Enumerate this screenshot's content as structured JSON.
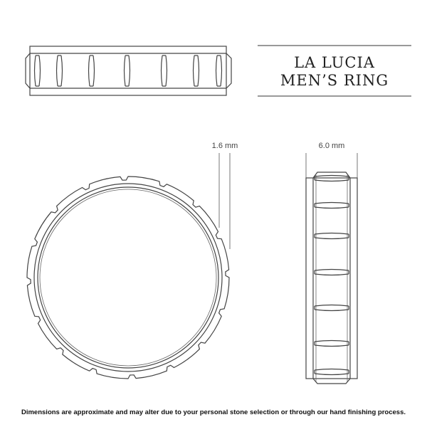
{
  "title": {
    "line1": "LA LUCIA",
    "line2": "MEN’S RING"
  },
  "dimensions": {
    "thickness": "1.6 mm",
    "width": "6.0 mm"
  },
  "footer": "Dimensions are approximate and may alter due to your personal stone selection or through our hand finishing process."
}
